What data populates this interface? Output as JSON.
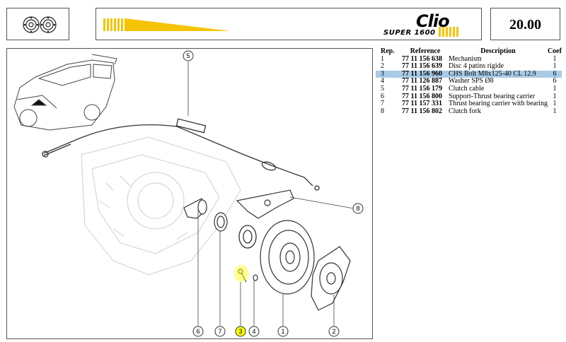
{
  "header": {
    "brand": "Clio",
    "subtitle": "SUPER 1600",
    "page_number": "20.00",
    "icon": "clutch-disc-icon"
  },
  "table": {
    "headers": {
      "rep": "Rep.",
      "reference": "Reference",
      "description": "Description",
      "coef": "Coef"
    },
    "rows": [
      {
        "rep": "1",
        "reference": "77 11 156 638",
        "description": "Mechanism",
        "coef": "1"
      },
      {
        "rep": "2",
        "reference": "77 11 156 639",
        "description": "Disc 4 patins rigide",
        "coef": "1"
      },
      {
        "rep": "3",
        "reference": "77 11 156 960",
        "description": "CHS Bolt M8x125-40 CL 12.9",
        "coef": "6",
        "highlighted": true
      },
      {
        "rep": "4",
        "reference": "77 11 126 887",
        "description": "Washer SPS Ø8",
        "coef": "6"
      },
      {
        "rep": "5",
        "reference": "77 11 156 179",
        "description": "Clutch cable",
        "coef": "1"
      },
      {
        "rep": "6",
        "reference": "77 11 156 800",
        "description": "Support-Thrust bearing carrier",
        "coef": "1"
      },
      {
        "rep": "7",
        "reference": "77 11 157 331",
        "description": "Thrust bearing carrier with bearing",
        "coef": "1"
      },
      {
        "rep": "8",
        "reference": "77 11 156 802",
        "description": "Clutch fork",
        "coef": "1"
      }
    ]
  },
  "callouts": [
    {
      "label": "5"
    },
    {
      "label": "8"
    },
    {
      "label": "6"
    },
    {
      "label": "7"
    },
    {
      "label": "3",
      "highlighted": true
    },
    {
      "label": "4"
    },
    {
      "label": "1"
    },
    {
      "label": "2"
    }
  ],
  "colors": {
    "accent_yellow": "#f5c400",
    "row_highlight": "#a9cbe6",
    "callout_highlight": "#ffff00"
  }
}
